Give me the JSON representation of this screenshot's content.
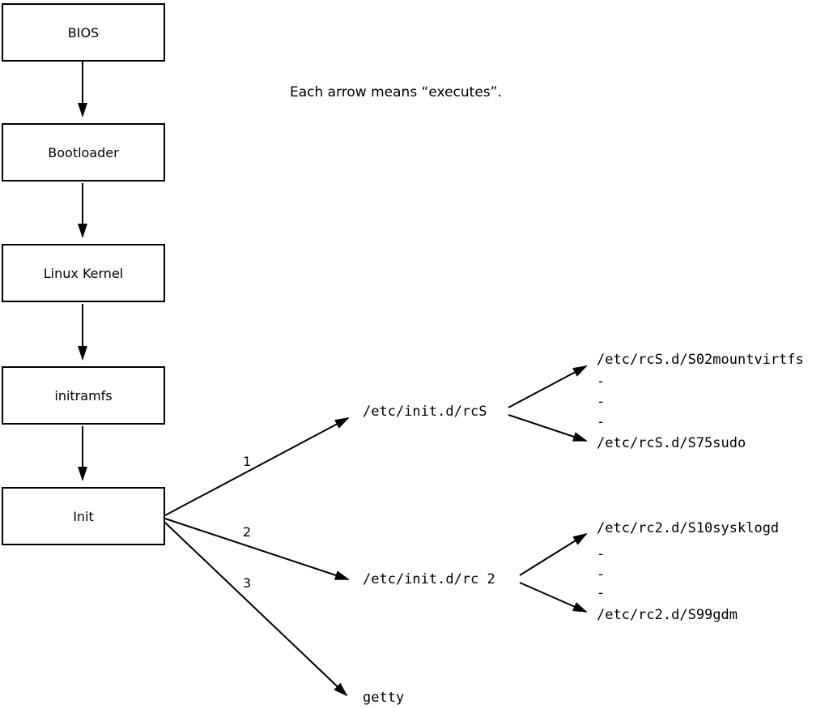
{
  "colors": {
    "line": "#000000",
    "background": "#ffffff"
  },
  "legend": "Each arrow means “executes”.",
  "boxes": [
    {
      "label": "BIOS"
    },
    {
      "label": "Bootloader"
    },
    {
      "label": "Linux Kernel"
    },
    {
      "label": "initramfs"
    },
    {
      "label": "Init"
    }
  ],
  "arrow_labels": {
    "one": "1",
    "two": "2",
    "three": "3"
  },
  "nodes": {
    "rcS": "/etc/init.d/rcS",
    "rc2": "/etc/init.d/rc 2",
    "getty": "getty",
    "rcS_first": "/etc/rcS.d/S02mountvirtfs",
    "rcS_dots": [
      "-",
      "-",
      "-"
    ],
    "rcS_last": "/etc/rcS.d/S75sudo",
    "rc2_first": "/etc/rc2.d/S10sysklogd",
    "rc2_dots": [
      "-",
      "-",
      "-"
    ],
    "rc2_last": "/etc/rc2.d/S99gdm"
  }
}
